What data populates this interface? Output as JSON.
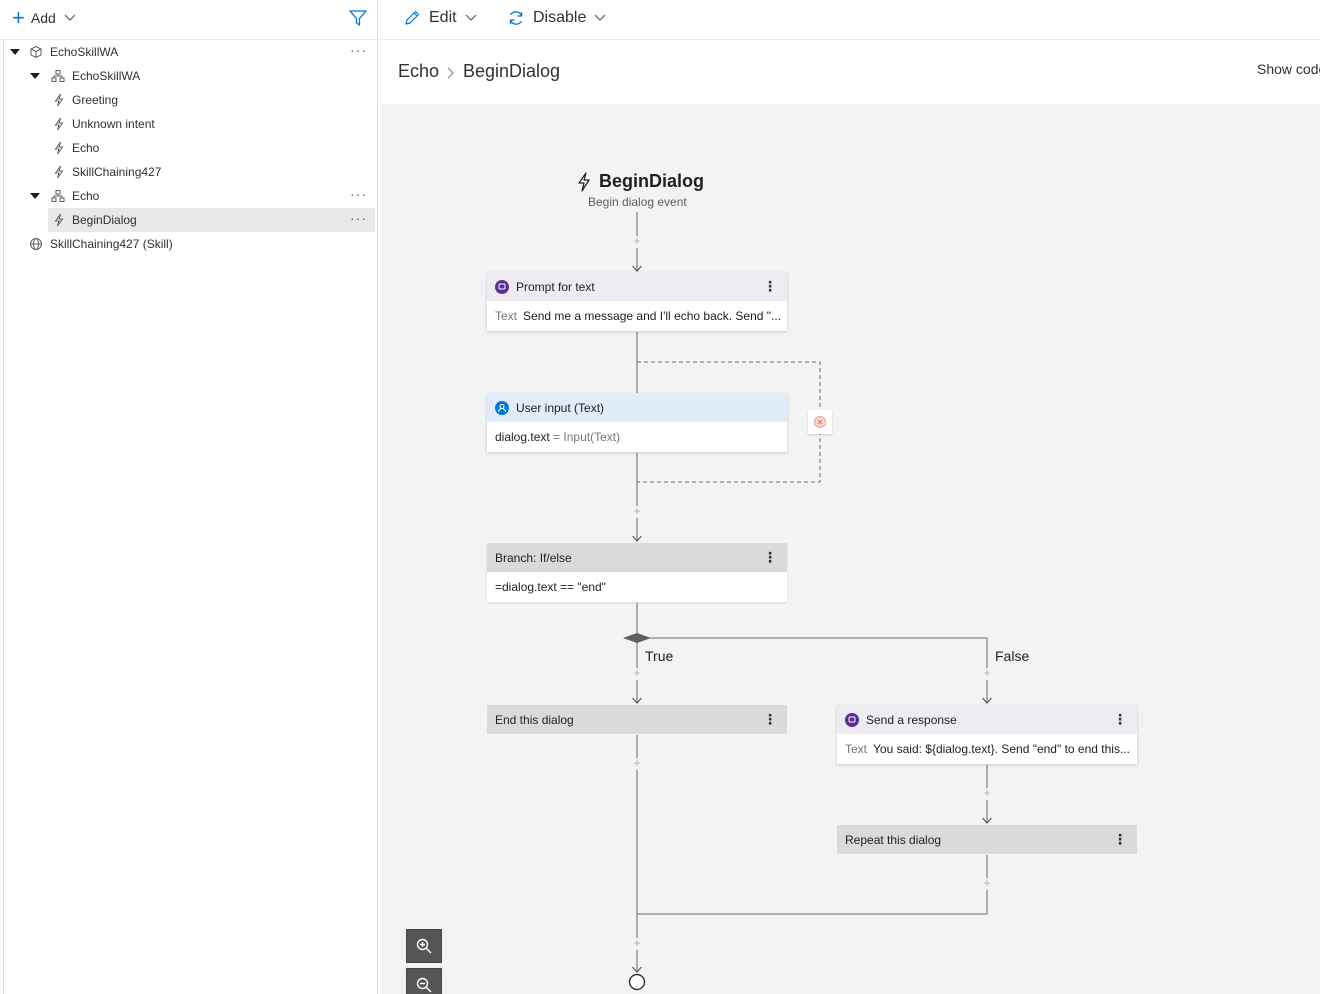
{
  "left_toolbar": {
    "add_label": "Add"
  },
  "tree": [
    {
      "label": "EchoSkillWA",
      "icon": "bot-icon",
      "expanded": true
    },
    {
      "label": "EchoSkillWA",
      "icon": "dialog-icon",
      "expanded": true
    },
    {
      "label": "Greeting",
      "icon": "trigger-icon"
    },
    {
      "label": "Unknown intent",
      "icon": "trigger-icon"
    },
    {
      "label": "Echo",
      "icon": "trigger-icon"
    },
    {
      "label": "SkillChaining427",
      "icon": "trigger-icon"
    },
    {
      "label": "Echo",
      "icon": "dialog-icon",
      "expanded": true
    },
    {
      "label": "BeginDialog",
      "icon": "trigger-icon",
      "selected": true
    },
    {
      "label": "SkillChaining427 (Skill)",
      "icon": "globe-icon"
    }
  ],
  "topbar": {
    "edit_label": "Edit",
    "disable_label": "Disable"
  },
  "breadcrumb": {
    "items": [
      "Echo",
      "BeginDialog"
    ],
    "show_code": "Show code"
  },
  "flow": {
    "trigger": {
      "title": "BeginDialog",
      "subtitle": "Begin dialog event"
    },
    "prompt_card": {
      "title": "Prompt for text",
      "key": "Text",
      "value": "Send me a message and I'll echo back. Send \"..."
    },
    "input_card": {
      "title": "User input (Text)",
      "property": "dialog.text",
      "assign": "= Input(Text)"
    },
    "branch_card": {
      "title": "Branch: If/else",
      "condition": "=dialog.text == \"end\""
    },
    "true_label": "True",
    "false_label": "False",
    "end_card": {
      "title": "End this dialog"
    },
    "send_card": {
      "title": "Send a response",
      "key": "Text",
      "value": "You said: ${dialog.text}. Send \"end\" to end this..."
    },
    "repeat_card": {
      "title": "Repeat this dialog"
    }
  },
  "colors": {
    "accent": "#0078d4",
    "send_activity": "#5c2e91",
    "user_input": "#0078d4",
    "canvas": "#f3f3f3",
    "error": "#e8a896"
  }
}
